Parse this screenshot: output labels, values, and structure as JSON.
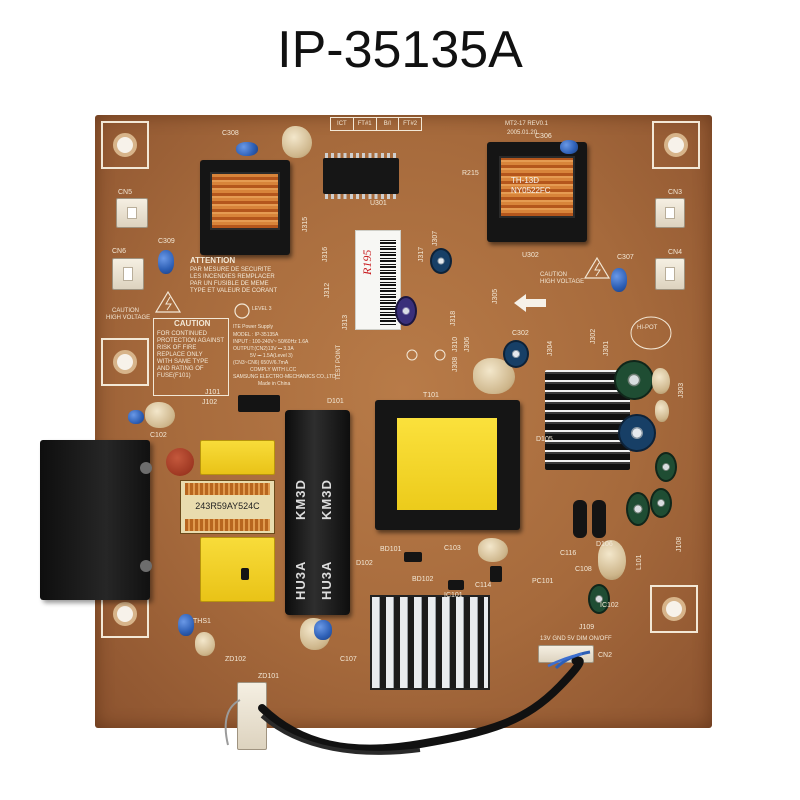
{
  "title": "IP-35135A",
  "colors": {
    "pcb": "#a66a3c",
    "silkscreen": "#f3e8d6",
    "capacitor_blue": "#2d5fb5"
  },
  "board": {
    "test_boxes": [
      "ICT",
      "FT#1",
      "B/I",
      "FT#2"
    ],
    "revision": "MT2-17 REV0.1",
    "rev_date": "2005.01.20",
    "refs": {
      "c308": "C308",
      "c306": "C306",
      "cn5": "CN5",
      "cn6": "CN6",
      "c309": "C309",
      "cn3": "CN3",
      "cn4": "CN4",
      "c307": "C307",
      "u301": "U301",
      "u302": "U302",
      "r215": "R215",
      "j315": "J315",
      "j316": "J316",
      "j317": "J317",
      "j307": "J307",
      "j312": "J312",
      "j313": "J313",
      "j318": "J318",
      "j305": "J305",
      "j310": "J310",
      "j306": "J306",
      "j308": "J308",
      "j302": "J302",
      "j304": "J304",
      "j301": "J301",
      "j303": "J303",
      "c302": "C302",
      "j101": "J101",
      "j102": "J102",
      "d101": "D101",
      "t101": "T101",
      "c102": "C102",
      "d105": "D105",
      "d106": "D106",
      "c116": "C116",
      "j108": "J108",
      "l101": "L101",
      "c108": "C108",
      "ic102": "IC102",
      "j109": "J109",
      "cn2": "CN2",
      "bd101": "BD101",
      "bd102": "BD102",
      "d102": "D102",
      "c103": "C103",
      "c114": "C114",
      "pc101": "PC101",
      "ic101": "IC101",
      "zd102": "ZD102",
      "zd101": "ZD101",
      "c107": "C107",
      "ths1": "THS1"
    },
    "test_point": "TEST POINT",
    "attention": {
      "title": "ATTENTION",
      "lines": [
        "PAR MESURE DE SECURITE",
        "LES INCENDIES REMPLACER",
        "PAR UN FUSIBLE DE MEME",
        "TYPE ET VALEUR DE CORANT"
      ]
    },
    "caution_hv_left": [
      "CAUTION",
      "HIGH VOLTAGE"
    ],
    "caution_hv_right": [
      "CAUTION",
      "HIGH VOLTAGE"
    ],
    "caution_fuse": {
      "title": "CAUTION",
      "lines": [
        "FOR CONTINUED",
        "PROTECTION AGAINST",
        "RISK OF FIRE",
        "REPLACE ONLY",
        "WITH SAME TYPE",
        "AND RATING OF",
        "FUSE(F101)"
      ]
    },
    "level": "LEVEL 3",
    "spec": {
      "brand": "ITE Power Supply",
      "lines": [
        "MODEL : IP-35135A",
        "INPUT : 100-240V~ 50/60Hz 1.6A",
        "OUTPUT:(CN2)13V ⎓ 3.3A",
        "5V ⎓ 1.5A(Level 3)",
        "(CN3~CN6) 650V/6.7mA",
        "COMPLY WITH LCC",
        "SAMSUNG ELECTRO-MECHANICS CO.,LTD",
        "Made in China"
      ]
    },
    "hipot": "HI-POT",
    "cn2_pins": "13V GND 5V DIM ON/OFF",
    "sticker_note": "R195",
    "bulk_cap_marking": [
      "KM3D",
      "HU3A"
    ],
    "filter_marking": "243R59AY524C",
    "right_transformer_marking": [
      "TH-13D",
      "NY0522FC"
    ]
  }
}
